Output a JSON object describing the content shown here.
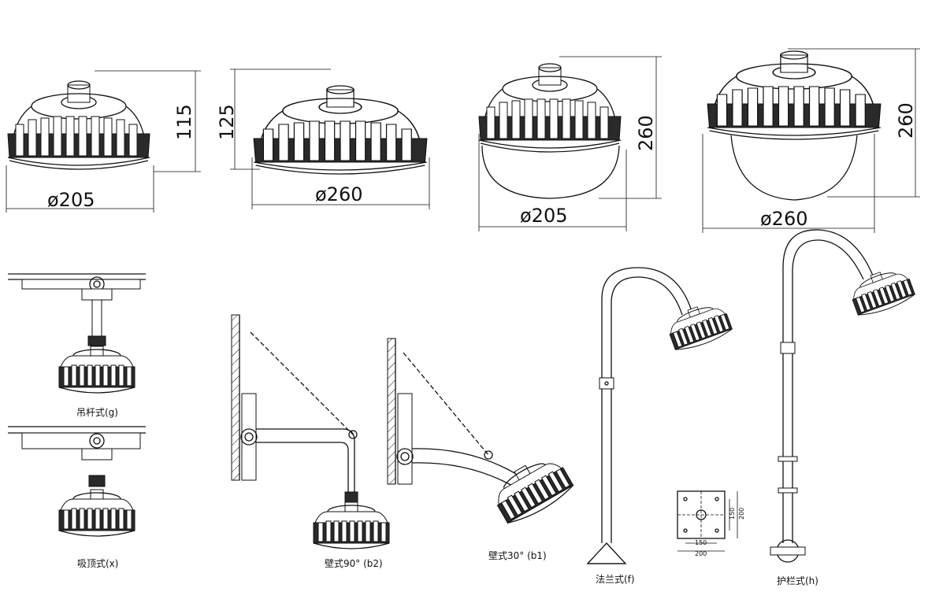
{
  "dimensions": {
    "lamp1_diameter": "ø205",
    "lamp1_height": "115",
    "lamp2_diameter": "ø260",
    "lamp2_height": "125",
    "lamp3_diameter": "ø205",
    "lamp3_height": "260",
    "lamp4_diameter": "ø260",
    "lamp4_height": "260"
  },
  "captions": {
    "pendant_rod": "吊杆式(g)",
    "ceiling": "吸顶式(x)",
    "wall_90": "壁式90° (b2)",
    "wall_30": "壁式30° (b1)",
    "flange": "法兰式(f)",
    "guardrail": "护栏式(h)"
  },
  "flange_plate": {
    "inner_width": "150",
    "outer_width": "200",
    "inner_height": "150",
    "outer_height": "200"
  }
}
